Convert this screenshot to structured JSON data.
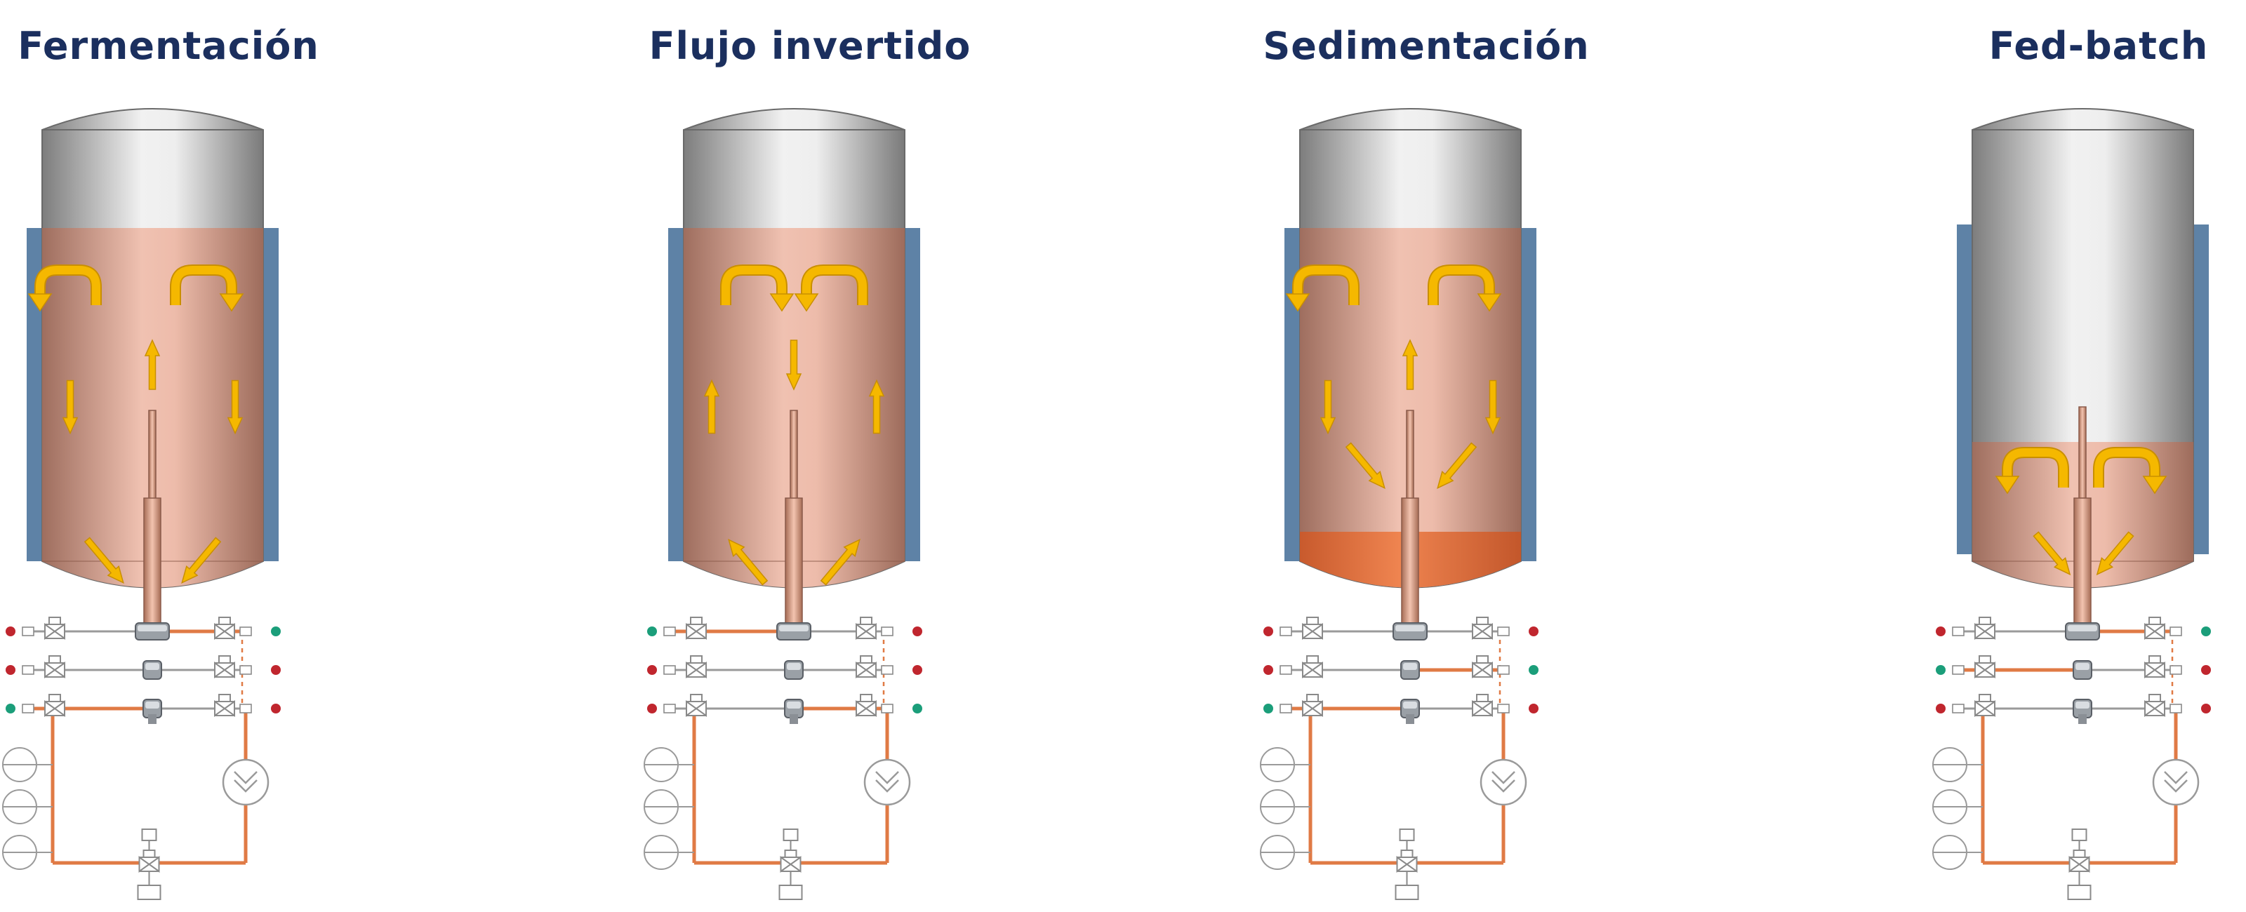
{
  "panels": [
    {
      "title": "Fermentación",
      "mode": "fermentation",
      "colors": {
        "liquid": "#d99a84",
        "jacket": "#5e82a6",
        "arrow": "#f5b800",
        "pipe_active": "#e07a45",
        "status_ok": "#1b9e7a",
        "status_stop": "#c0262e"
      },
      "left_indicators": [
        "red",
        "red",
        "green"
      ],
      "right_indicators": [
        "green",
        "red",
        "red"
      ]
    },
    {
      "title": "Flujo invertido",
      "mode": "inverted",
      "colors": {
        "liquid": "#d99a84",
        "jacket": "#5e82a6",
        "arrow": "#f5b800",
        "pipe_active": "#e07a45",
        "status_ok": "#1b9e7a",
        "status_stop": "#c0262e"
      },
      "left_indicators": [
        "green",
        "red",
        "red"
      ],
      "right_indicators": [
        "red",
        "red",
        "green"
      ]
    },
    {
      "title": "Sedimentación",
      "mode": "sedimentation",
      "colors": {
        "liquid": "#d99a84",
        "jacket": "#5e82a6",
        "arrow": "#f5b800",
        "pipe_active": "#e07a45",
        "sediment": "#e8703e",
        "status_ok": "#1b9e7a",
        "status_stop": "#c0262e"
      },
      "left_indicators": [
        "red",
        "red",
        "green"
      ],
      "right_indicators": [
        "red",
        "green",
        "red"
      ]
    },
    {
      "title": "Fed-batch",
      "mode": "fedbatch",
      "colors": {
        "liquid": "#d99a84",
        "jacket": "#5e82a6",
        "arrow": "#f5b800",
        "pipe_active": "#e07a45",
        "status_ok": "#1b9e7a",
        "status_stop": "#c0262e"
      },
      "left_indicators": [
        "red",
        "green",
        "red"
      ],
      "right_indicators": [
        "green",
        "red",
        "red"
      ]
    }
  ]
}
